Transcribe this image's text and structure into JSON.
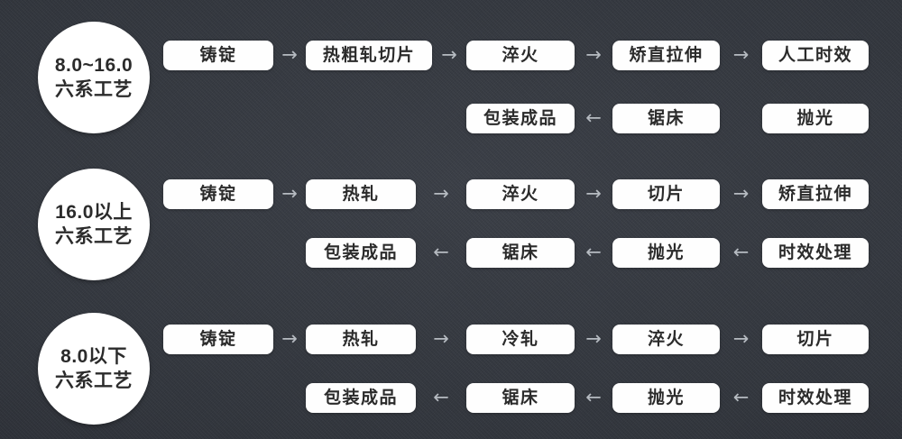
{
  "glyphs": {
    "arrow_right": "→",
    "arrow_left": "←"
  },
  "colors": {
    "background": "#32363d",
    "node_background": "#ffffff",
    "node_text": "#2b2b2b",
    "arrow": "#b6bbc1"
  },
  "rows": [
    {
      "circle_line1": "8.0~16.0",
      "circle_line2": "六系工艺",
      "top_boxes": [
        "铸锭",
        "热粗轧切片",
        "淬火",
        "矫直拉伸",
        "人工时效"
      ],
      "bottom_boxes": [
        "包装成品",
        "锯床",
        "抛光"
      ],
      "bottom_start_col": 2,
      "bottom_arrows": [
        true,
        false
      ]
    },
    {
      "circle_line1": "16.0以上",
      "circle_line2": "六系工艺",
      "top_boxes": [
        "铸锭",
        "热轧",
        "淬火",
        "切片",
        "矫直拉伸"
      ],
      "bottom_boxes": [
        "包装成品",
        "锯床",
        "抛光",
        "时效处理"
      ],
      "bottom_start_col": 1,
      "bottom_arrows": [
        true,
        true,
        true
      ]
    },
    {
      "circle_line1": "8.0以下",
      "circle_line2": "六系工艺",
      "top_boxes": [
        "铸锭",
        "热轧",
        "冷轧",
        "淬火",
        "切片"
      ],
      "bottom_boxes": [
        "包装成品",
        "锯床",
        "抛光",
        "时效处理"
      ],
      "bottom_start_col": 1,
      "bottom_arrows": [
        true,
        true,
        true
      ]
    }
  ]
}
